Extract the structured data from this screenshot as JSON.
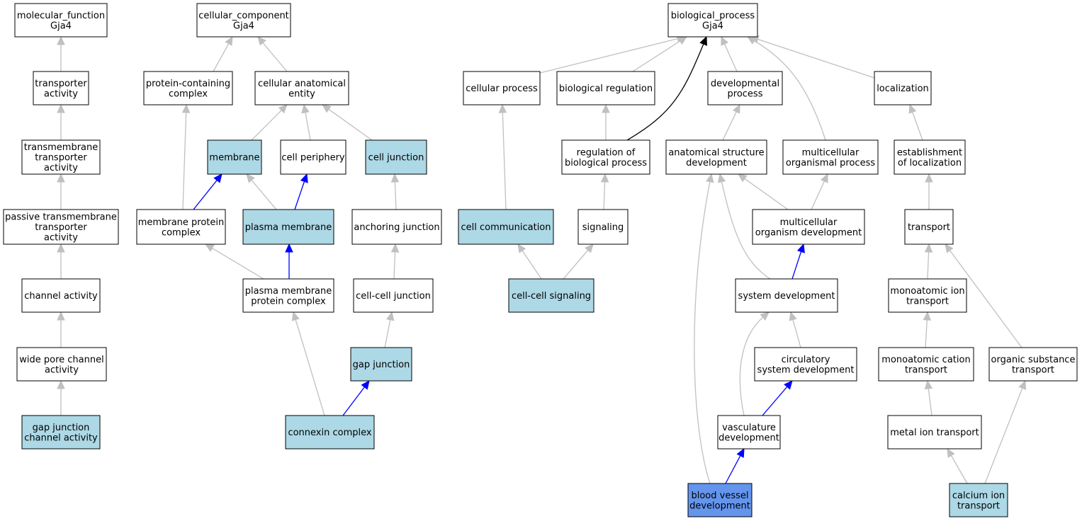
{
  "colors": {
    "white": "#ffffff",
    "annotated": "#add8e6",
    "primary": "#6495ed",
    "gray_edge": "#c0c0c0",
    "blue_edge": "#0000ff",
    "black_edge": "#000000"
  },
  "nodes": [
    {
      "id": "mf",
      "lines": [
        "molecular_function",
        "Gja4"
      ],
      "fill": "white"
    },
    {
      "id": "transporter",
      "lines": [
        "transporter",
        "activity"
      ],
      "fill": "white"
    },
    {
      "id": "tm_transporter",
      "lines": [
        "transmembrane",
        "transporter",
        "activity"
      ],
      "fill": "white"
    },
    {
      "id": "passive_tm",
      "lines": [
        "passive transmembrane",
        "transporter",
        "activity"
      ],
      "fill": "white"
    },
    {
      "id": "channel",
      "lines": [
        "channel activity"
      ],
      "fill": "white"
    },
    {
      "id": "wide_pore",
      "lines": [
        "wide pore channel",
        "activity"
      ],
      "fill": "white"
    },
    {
      "id": "gj_channel",
      "lines": [
        "gap junction",
        "channel activity"
      ],
      "fill": "annotated"
    },
    {
      "id": "cc",
      "lines": [
        "cellular_component",
        "Gja4"
      ],
      "fill": "white"
    },
    {
      "id": "protein_complex",
      "lines": [
        "protein-containing",
        "complex"
      ],
      "fill": "white"
    },
    {
      "id": "cell_anat",
      "lines": [
        "cellular anatomical",
        "entity"
      ],
      "fill": "white"
    },
    {
      "id": "membrane",
      "lines": [
        "membrane"
      ],
      "fill": "annotated"
    },
    {
      "id": "cell_periphery",
      "lines": [
        "cell periphery"
      ],
      "fill": "white"
    },
    {
      "id": "cell_junction",
      "lines": [
        "cell junction"
      ],
      "fill": "annotated"
    },
    {
      "id": "mem_protein_complex",
      "lines": [
        "membrane protein",
        "complex"
      ],
      "fill": "white"
    },
    {
      "id": "plasma_membrane",
      "lines": [
        "plasma membrane"
      ],
      "fill": "annotated"
    },
    {
      "id": "anchoring",
      "lines": [
        "anchoring junction"
      ],
      "fill": "white"
    },
    {
      "id": "pm_protein_complex",
      "lines": [
        "plasma membrane",
        "protein complex"
      ],
      "fill": "white"
    },
    {
      "id": "cell_cell_junction",
      "lines": [
        "cell-cell junction"
      ],
      "fill": "white"
    },
    {
      "id": "gap_junction",
      "lines": [
        "gap junction"
      ],
      "fill": "annotated"
    },
    {
      "id": "connexin",
      "lines": [
        "connexin complex"
      ],
      "fill": "annotated"
    },
    {
      "id": "bp",
      "lines": [
        "biological_process",
        "Gja4"
      ],
      "fill": "white"
    },
    {
      "id": "cellular_process",
      "lines": [
        "cellular process"
      ],
      "fill": "white"
    },
    {
      "id": "bio_reg",
      "lines": [
        "biological regulation"
      ],
      "fill": "white"
    },
    {
      "id": "dev_process",
      "lines": [
        "developmental",
        "process"
      ],
      "fill": "white"
    },
    {
      "id": "localization",
      "lines": [
        "localization"
      ],
      "fill": "white"
    },
    {
      "id": "reg_bio_process",
      "lines": [
        "regulation of",
        "biological process"
      ],
      "fill": "white"
    },
    {
      "id": "anat_struct_dev",
      "lines": [
        "anatomical structure",
        "development"
      ],
      "fill": "white"
    },
    {
      "id": "multicell_org_process",
      "lines": [
        "multicellular",
        "organismal process"
      ],
      "fill": "white"
    },
    {
      "id": "est_localization",
      "lines": [
        "establishment",
        "of localization"
      ],
      "fill": "white"
    },
    {
      "id": "cell_comm",
      "lines": [
        "cell communication"
      ],
      "fill": "annotated"
    },
    {
      "id": "signaling",
      "lines": [
        "signaling"
      ],
      "fill": "white"
    },
    {
      "id": "multicell_org_dev",
      "lines": [
        "multicellular",
        "organism development"
      ],
      "fill": "white"
    },
    {
      "id": "transport",
      "lines": [
        "transport"
      ],
      "fill": "white"
    },
    {
      "id": "cc_signaling",
      "lines": [
        "cell-cell signaling"
      ],
      "fill": "annotated"
    },
    {
      "id": "system_dev",
      "lines": [
        "system development"
      ],
      "fill": "white"
    },
    {
      "id": "monoatomic_ion",
      "lines": [
        "monoatomic ion",
        "transport"
      ],
      "fill": "white"
    },
    {
      "id": "circulatory",
      "lines": [
        "circulatory",
        "system development"
      ],
      "fill": "white"
    },
    {
      "id": "monoatomic_cation",
      "lines": [
        "monoatomic cation",
        "transport"
      ],
      "fill": "white"
    },
    {
      "id": "organic_substance",
      "lines": [
        "organic substance",
        "transport"
      ],
      "fill": "white"
    },
    {
      "id": "vasculature",
      "lines": [
        "vasculature",
        "development"
      ],
      "fill": "white"
    },
    {
      "id": "metal_ion",
      "lines": [
        "metal ion transport"
      ],
      "fill": "white"
    },
    {
      "id": "blood_vessel",
      "lines": [
        "blood vessel",
        "development"
      ],
      "fill": "primary"
    },
    {
      "id": "calcium_ion",
      "lines": [
        "calcium ion",
        "transport"
      ],
      "fill": "annotated"
    }
  ],
  "edges": [
    {
      "from": "transporter",
      "to": "mf",
      "color": "gray_edge"
    },
    {
      "from": "tm_transporter",
      "to": "transporter",
      "color": "gray_edge"
    },
    {
      "from": "passive_tm",
      "to": "tm_transporter",
      "color": "gray_edge"
    },
    {
      "from": "channel",
      "to": "passive_tm",
      "color": "gray_edge"
    },
    {
      "from": "wide_pore",
      "to": "channel",
      "color": "gray_edge"
    },
    {
      "from": "gj_channel",
      "to": "wide_pore",
      "color": "gray_edge"
    },
    {
      "from": "protein_complex",
      "to": "cc",
      "color": "gray_edge"
    },
    {
      "from": "cell_anat",
      "to": "cc",
      "color": "gray_edge"
    },
    {
      "from": "membrane",
      "to": "cell_anat",
      "color": "gray_edge"
    },
    {
      "from": "cell_periphery",
      "to": "cell_anat",
      "color": "gray_edge"
    },
    {
      "from": "cell_junction",
      "to": "cell_anat",
      "color": "gray_edge"
    },
    {
      "from": "mem_protein_complex",
      "to": "protein_complex",
      "color": "gray_edge"
    },
    {
      "from": "mem_protein_complex",
      "to": "membrane",
      "color": "blue_edge"
    },
    {
      "from": "plasma_membrane",
      "to": "membrane",
      "color": "gray_edge"
    },
    {
      "from": "plasma_membrane",
      "to": "cell_periphery",
      "color": "blue_edge"
    },
    {
      "from": "anchoring",
      "to": "cell_junction",
      "color": "gray_edge"
    },
    {
      "from": "pm_protein_complex",
      "to": "mem_protein_complex",
      "color": "gray_edge"
    },
    {
      "from": "pm_protein_complex",
      "to": "plasma_membrane",
      "color": "blue_edge"
    },
    {
      "from": "cell_cell_junction",
      "to": "anchoring",
      "color": "gray_edge"
    },
    {
      "from": "gap_junction",
      "to": "cell_cell_junction",
      "color": "gray_edge"
    },
    {
      "from": "connexin",
      "to": "pm_protein_complex",
      "color": "gray_edge"
    },
    {
      "from": "connexin",
      "to": "gap_junction",
      "color": "blue_edge"
    },
    {
      "from": "cellular_process",
      "to": "bp",
      "color": "gray_edge"
    },
    {
      "from": "bio_reg",
      "to": "bp",
      "color": "gray_edge"
    },
    {
      "from": "dev_process",
      "to": "bp",
      "color": "gray_edge"
    },
    {
      "from": "localization",
      "to": "bp",
      "color": "gray_edge"
    },
    {
      "from": "multicell_org_process",
      "to": "bp",
      "color": "gray_edge"
    },
    {
      "from": "reg_bio_process",
      "to": "bp",
      "color": "black_edge"
    },
    {
      "from": "reg_bio_process",
      "to": "bio_reg",
      "color": "gray_edge"
    },
    {
      "from": "anat_struct_dev",
      "to": "dev_process",
      "color": "gray_edge"
    },
    {
      "from": "est_localization",
      "to": "localization",
      "color": "gray_edge"
    },
    {
      "from": "cell_comm",
      "to": "cellular_process",
      "color": "gray_edge"
    },
    {
      "from": "signaling",
      "to": "reg_bio_process",
      "color": "gray_edge"
    },
    {
      "from": "multicell_org_dev",
      "to": "anat_struct_dev",
      "color": "gray_edge"
    },
    {
      "from": "multicell_org_dev",
      "to": "multicell_org_process",
      "color": "gray_edge"
    },
    {
      "from": "transport",
      "to": "est_localization",
      "color": "gray_edge"
    },
    {
      "from": "cc_signaling",
      "to": "cell_comm",
      "color": "gray_edge"
    },
    {
      "from": "cc_signaling",
      "to": "signaling",
      "color": "gray_edge"
    },
    {
      "from": "system_dev",
      "to": "anat_struct_dev",
      "color": "gray_edge"
    },
    {
      "from": "system_dev",
      "to": "multicell_org_dev",
      "color": "blue_edge"
    },
    {
      "from": "monoatomic_ion",
      "to": "transport",
      "color": "gray_edge"
    },
    {
      "from": "organic_substance",
      "to": "transport",
      "color": "gray_edge"
    },
    {
      "from": "circulatory",
      "to": "system_dev",
      "color": "gray_edge"
    },
    {
      "from": "vasculature",
      "to": "system_dev",
      "color": "gray_edge"
    },
    {
      "from": "vasculature",
      "to": "circulatory",
      "color": "blue_edge"
    },
    {
      "from": "monoatomic_cation",
      "to": "monoatomic_ion",
      "color": "gray_edge"
    },
    {
      "from": "metal_ion",
      "to": "monoatomic_cation",
      "color": "gray_edge"
    },
    {
      "from": "blood_vessel",
      "to": "anat_struct_dev",
      "color": "gray_edge"
    },
    {
      "from": "blood_vessel",
      "to": "vasculature",
      "color": "blue_edge"
    },
    {
      "from": "calcium_ion",
      "to": "metal_ion",
      "color": "gray_edge"
    },
    {
      "from": "calcium_ion",
      "to": "organic_substance",
      "color": "gray_edge"
    }
  ]
}
